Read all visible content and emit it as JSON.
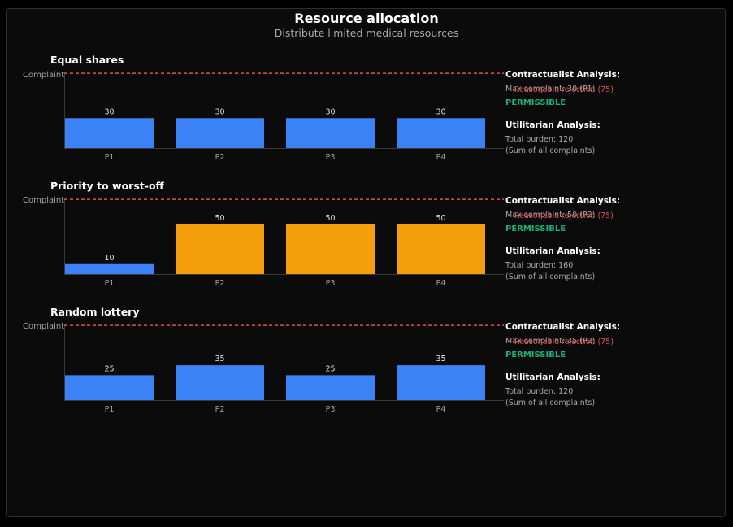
{
  "header": {
    "title": "Resource allocation",
    "subtitle": "Distribute limited medical resources"
  },
  "colors": {
    "bar_default": "#3b82f6",
    "bar_highlight": "#f59e0b",
    "threshold": "#d9534f",
    "permissible": "#1fae78"
  },
  "chart_data": [
    {
      "type": "bar",
      "title": "Equal shares",
      "ylabel": "Complaint",
      "categories": [
        "P1",
        "P2",
        "P3",
        "P4"
      ],
      "values": [
        30,
        30,
        30,
        30
      ],
      "highlight": [
        false,
        false,
        false,
        false
      ],
      "threshold": 75,
      "ylim": [
        0,
        80
      ],
      "analysis": {
        "contract_head": "Contractualist Analysis:",
        "max_text": "Max complaint: 30 (P1)",
        "resp_text": "Reasonable rejection (75)",
        "verdict": "PERMISSIBLE",
        "util_head": "Utilitarian Analysis:",
        "total_text": "Total burden: 120",
        "sum_text": "(Sum of all complaints)"
      }
    },
    {
      "type": "bar",
      "title": "Priority to worst-off",
      "ylabel": "Complaint",
      "categories": [
        "P1",
        "P2",
        "P3",
        "P4"
      ],
      "values": [
        10,
        50,
        50,
        50
      ],
      "highlight": [
        false,
        true,
        true,
        true
      ],
      "threshold": 75,
      "ylim": [
        0,
        80
      ],
      "analysis": {
        "contract_head": "Contractualist Analysis:",
        "max_text": "Max complaint: 50 (P2)",
        "resp_text": "Reasonable rejection (75)",
        "verdict": "PERMISSIBLE",
        "util_head": "Utilitarian Analysis:",
        "total_text": "Total burden: 160",
        "sum_text": "(Sum of all complaints)"
      }
    },
    {
      "type": "bar",
      "title": "Random lottery",
      "ylabel": "Complaint",
      "categories": [
        "P1",
        "P2",
        "P3",
        "P4"
      ],
      "values": [
        25,
        35,
        25,
        35
      ],
      "highlight": [
        false,
        false,
        false,
        false
      ],
      "threshold": 75,
      "ylim": [
        0,
        80
      ],
      "analysis": {
        "contract_head": "Contractualist Analysis:",
        "max_text": "Max complaint: 35 (P2)",
        "resp_text": "Reasonable rejection (75)",
        "verdict": "PERMISSIBLE",
        "util_head": "Utilitarian Analysis:",
        "total_text": "Total burden: 120",
        "sum_text": "(Sum of all complaints)"
      }
    }
  ]
}
